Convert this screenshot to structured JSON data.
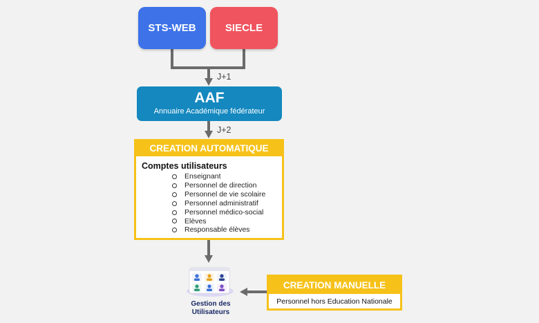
{
  "sources": {
    "sts_web": "STS-WEB",
    "siecle": "SIECLE"
  },
  "steps": {
    "j1": "J+1",
    "j2": "J+2"
  },
  "aaf": {
    "title": "AAF",
    "subtitle": "Annuaire Académique fédérateur"
  },
  "creation_automatique": {
    "header": "CREATION AUTOMATIQUE",
    "subtitle": "Comptes utilisateurs",
    "items": [
      "Enseignant",
      "Personnel de direction",
      "Personnel de vie scolaire",
      "Personnel administratif",
      "Personnel médico-social",
      "Elèves",
      "Responsable élèves"
    ]
  },
  "creation_manuelle": {
    "header": "CREATION MANUELLE",
    "body": "Personnel hors Education Nationale"
  },
  "gestion": {
    "line1": "Gestion des",
    "line2": "Utilisateurs",
    "icon": "user-management-icon"
  },
  "colors": {
    "sts_web": "#3d72e8",
    "siecle": "#f0545e",
    "aaf": "#1488bf",
    "creation": "#f6c21a",
    "connector": "#6b6b6b"
  }
}
